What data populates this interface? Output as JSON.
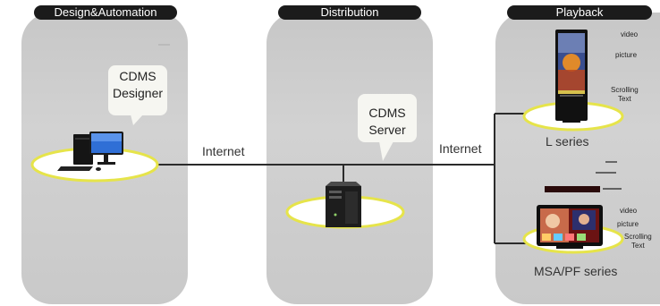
{
  "sections": {
    "design": "Design&Automation",
    "distribution": "Distribution",
    "playback": "Playback"
  },
  "designer_bubble": [
    "CDMS",
    "Designer"
  ],
  "server_bubble": [
    "CDMS",
    "Server"
  ],
  "links": {
    "left": "Internet",
    "right": "Internet"
  },
  "l_series": {
    "label": "L series",
    "features": {
      "video": "video",
      "picture": "picture",
      "scrolling": [
        "Scrolling",
        "Text"
      ]
    }
  },
  "msa_series": {
    "label": "MSA/PF series",
    "features": {
      "video": "video",
      "picture": "picture",
      "scrolling": [
        "Scrolling",
        "Text"
      ]
    }
  },
  "colors": {
    "panel": "#cccccc",
    "header": "#1b1b1b",
    "platform_ring": "#e6e44a",
    "connector": "#2b2b2b"
  }
}
